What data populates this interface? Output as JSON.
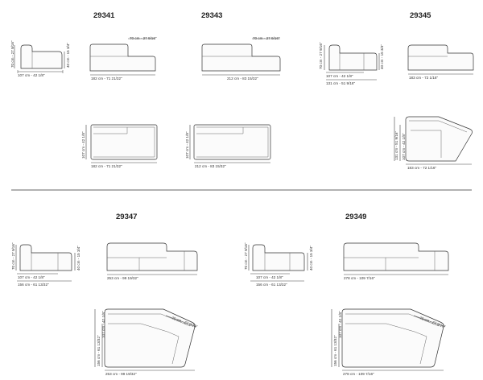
{
  "divider": "horizontal rule separating upper and lower model groups",
  "models": [
    {
      "code": "29341",
      "side": {
        "height": "70 cm - 27 9/16\"",
        "seat": "40 cm - 15 3/4\"",
        "depth": "107 cm - 42 1/8\""
      },
      "front": {
        "armrest": "70 cm - 27 9/16\"",
        "width": "182 cm - 71 21/32\""
      },
      "plan": {
        "depth": "107 cm - 42 1/8\"",
        "width": "182 cm - 71 21/32\""
      }
    },
    {
      "code": "29343",
      "front": {
        "armrest": "70 cm - 27 9/16\"",
        "width": "212 cm - 83 15/32\""
      },
      "plan": {
        "depth": "107 cm - 42 1/8\"",
        "width": "212 cm - 83 15/32\""
      }
    },
    {
      "code": "29345",
      "side": {
        "height": "70 cm - 27 9/16\"",
        "seat": "40 cm - 15 3/4\"",
        "depth": "107 cm - 42 1/8\"",
        "depth_total": "131 cm - 51 9/16\""
      },
      "front": {
        "width": "183 cm - 72 1/16\""
      },
      "plan": {
        "depth_total": "131 cm - 51 9/16\"",
        "depth": "107 cm - 42 1/8\"",
        "width": "183 cm - 72 1/16\""
      }
    },
    {
      "code": "29347",
      "side": {
        "height": "70 cm - 27 9/16\"",
        "seat": "40 cm - 15 3/4\"",
        "depth": "107 cm - 42 1/8\"",
        "depth_total": "156 cm - 61 13/32\""
      },
      "front": {
        "width": "253 cm - 99 19/32\""
      },
      "plan": {
        "armrest": "70 cm - 27 9/16\"",
        "depth": "107 cm - 42 1/8\"",
        "depth_total": "156 cm - 61 13/32\"",
        "width": "253 cm - 99 19/32\""
      }
    },
    {
      "code": "29349",
      "side": {
        "height": "70 cm - 27 9/16\"",
        "seat": "40 cm - 15 3/4\"",
        "depth": "107 cm - 42 1/8\"",
        "depth_total": "156 cm - 61 13/32\""
      },
      "front": {
        "width": "278 cm - 109 7/16\""
      },
      "plan": {
        "armrest": "70 cm - 27 9/16\"",
        "depth": "107 cm - 42 1/8\"",
        "depth_total": "156 cm - 61 13/32\"",
        "width": "278 cm - 109 7/16\""
      }
    }
  ]
}
